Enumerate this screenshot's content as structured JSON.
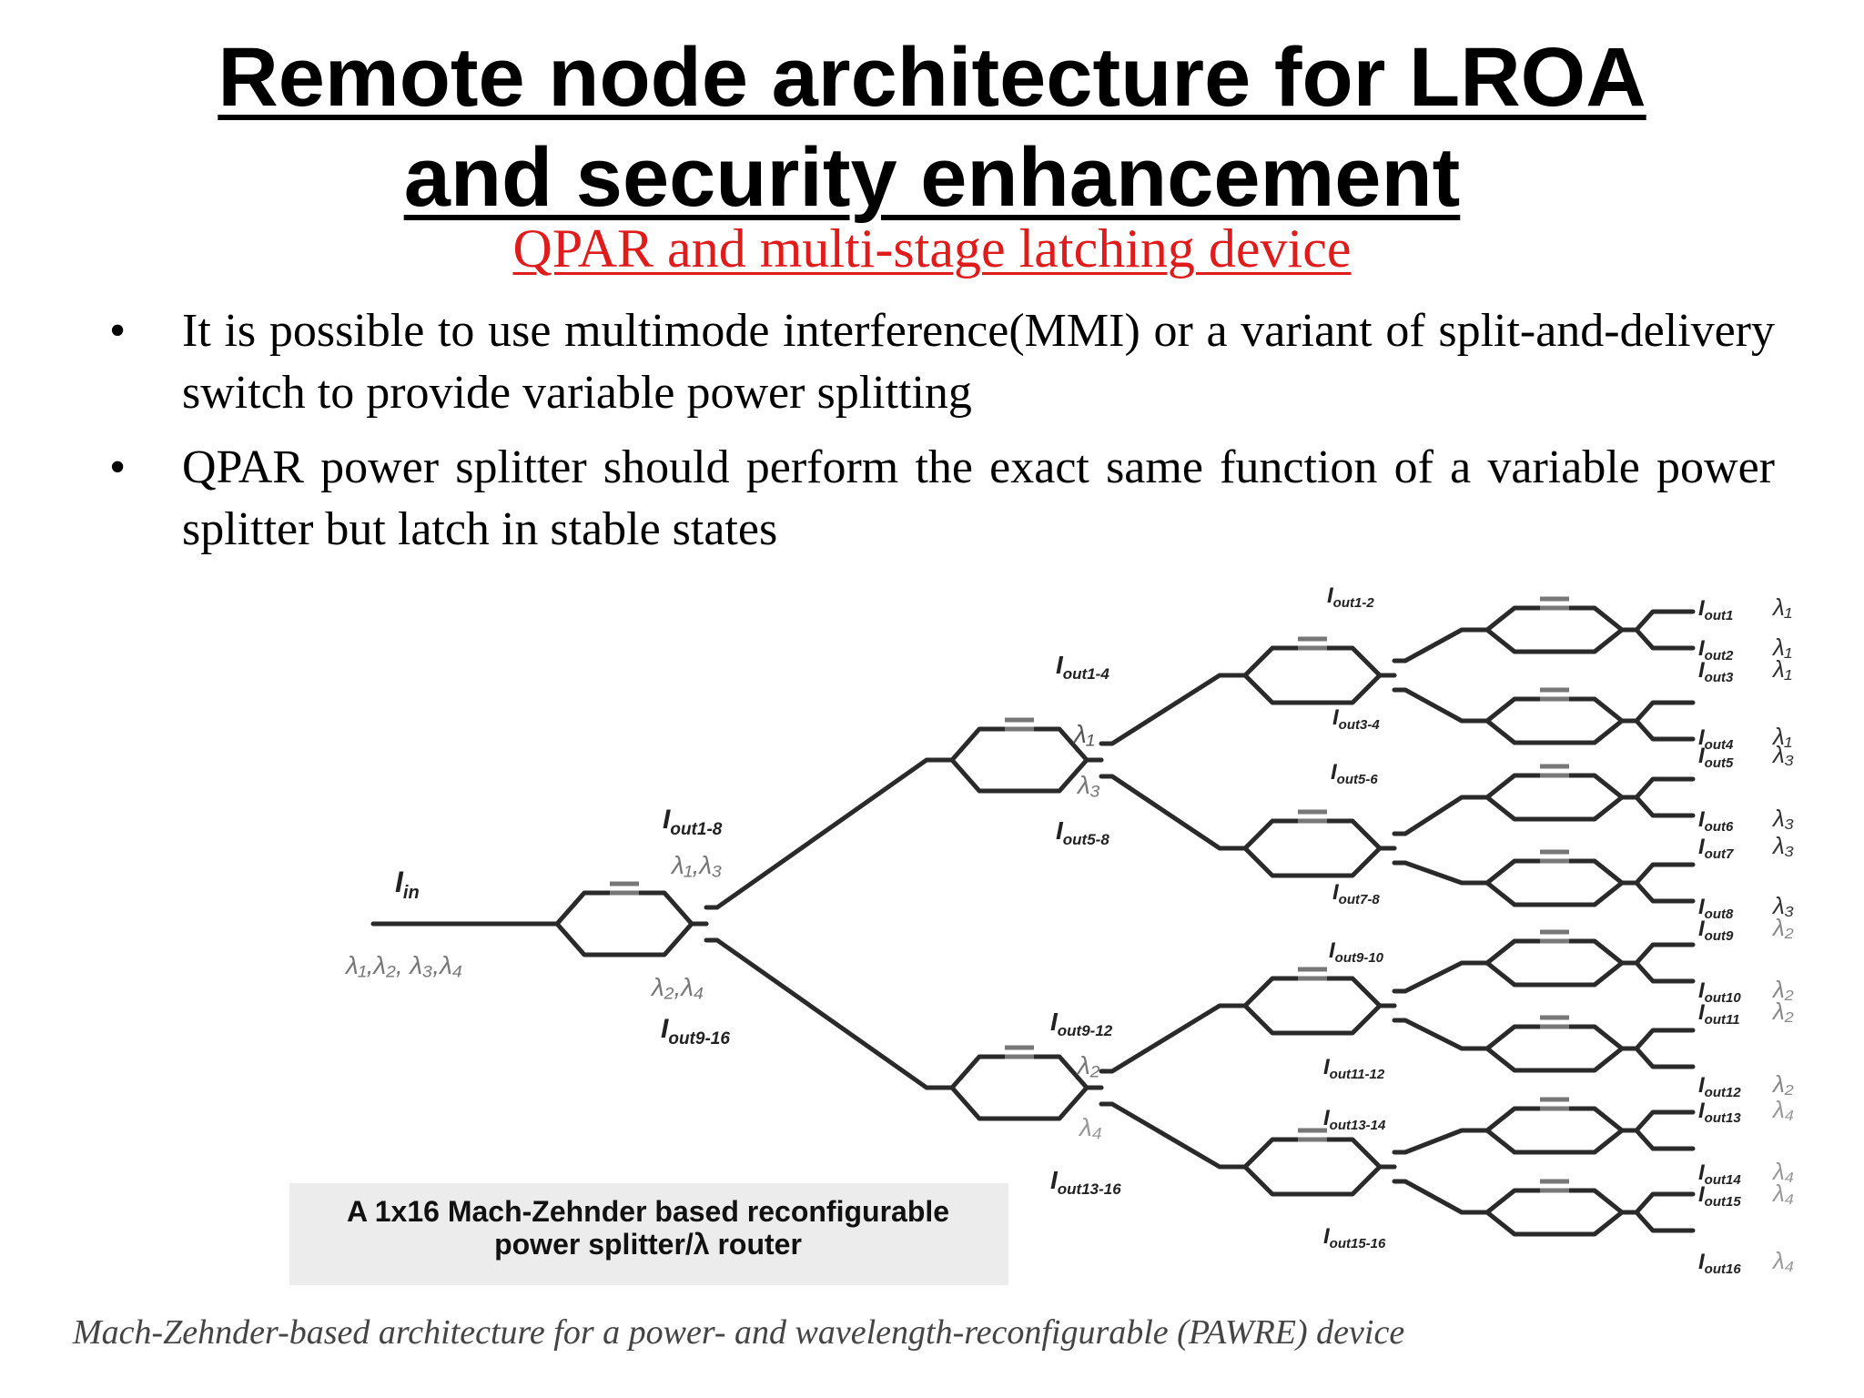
{
  "title_line1": "Remote node architecture for LROA",
  "title_line2": "and security enhancement",
  "subtitle": "QPAR and multi-stage latching device",
  "bullets": [
    "It is possible to use multimode interference(MMI) or a variant of split-and-delivery switch to provide variable power splitting",
    "QPAR power splitter should perform the exact same function of a variable power splitter but latch in stable states"
  ],
  "bullet_symbol": "•",
  "diagram": {
    "input_label": "I",
    "input_sub": "in",
    "input_lambdas": "λ₁,λ₂, λ₃,λ₄",
    "stage1": [
      {
        "label": "I",
        "sub": "out1-8",
        "lambda": "λ₁,λ₃"
      },
      {
        "label": "I",
        "sub": "out9-16",
        "lambda": "λ₂,λ₄"
      }
    ],
    "stage2": [
      {
        "label": "I",
        "sub": "out1-4",
        "lambda": "λ₁"
      },
      {
        "label": "I",
        "sub": "out5-8",
        "lambda": "λ₃"
      },
      {
        "label": "I",
        "sub": "out9-12",
        "lambda": "λ₂"
      },
      {
        "label": "I",
        "sub": "out13-16",
        "lambda": "λ₄"
      }
    ],
    "stage3": [
      {
        "label": "I",
        "sub": "out1-2"
      },
      {
        "label": "I",
        "sub": "out3-4"
      },
      {
        "label": "I",
        "sub": "out5-6"
      },
      {
        "label": "I",
        "sub": "out7-8"
      },
      {
        "label": "I",
        "sub": "out9-10"
      },
      {
        "label": "I",
        "sub": "out11-12"
      },
      {
        "label": "I",
        "sub": "out13-14"
      },
      {
        "label": "I",
        "sub": "out15-16"
      }
    ],
    "outputs": [
      {
        "sub": "out1",
        "lambda": "λ₁"
      },
      {
        "sub": "out2",
        "lambda": "λ₁"
      },
      {
        "sub": "out3",
        "lambda": "λ₁"
      },
      {
        "sub": "out4",
        "lambda": "λ₁"
      },
      {
        "sub": "out5",
        "lambda": "λ₃"
      },
      {
        "sub": "out6",
        "lambda": "λ₃"
      },
      {
        "sub": "out7",
        "lambda": "λ₃"
      },
      {
        "sub": "out8",
        "lambda": "λ₃"
      },
      {
        "sub": "out9",
        "lambda": "λ₂"
      },
      {
        "sub": "out10",
        "lambda": "λ₂"
      },
      {
        "sub": "out11",
        "lambda": "λ₂"
      },
      {
        "sub": "out12",
        "lambda": "λ₂"
      },
      {
        "sub": "out13",
        "lambda": "λ₄"
      },
      {
        "sub": "out14",
        "lambda": "λ₄"
      },
      {
        "sub": "out15",
        "lambda": "λ₄"
      },
      {
        "sub": "out16",
        "lambda": "λ₄"
      }
    ],
    "box_label_line1": "A 1x16 Mach-Zehnder based reconfigurable",
    "box_label_line2": "power splitter/λ router"
  },
  "caption": "Mach-Zehnder-based architecture for a power- and wavelength-reconfigurable (PAWRE) device"
}
